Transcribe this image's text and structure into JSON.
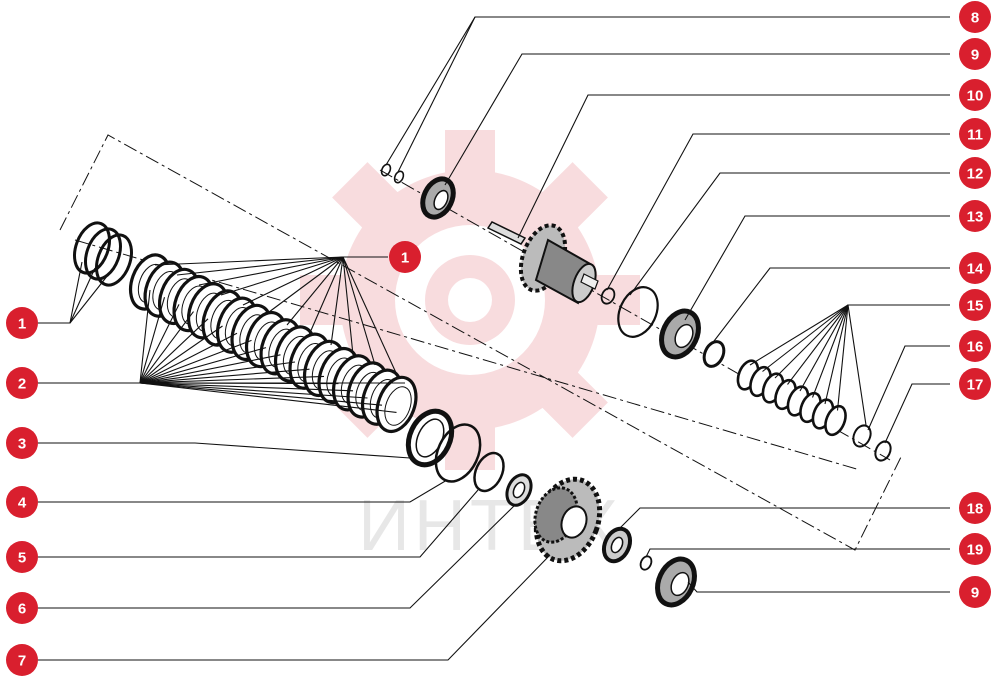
{
  "diagram": {
    "type": "exploded-parts-view",
    "callouts": [
      {
        "id": "c1-center",
        "label": "1"
      },
      {
        "id": "c8",
        "label": "8"
      },
      {
        "id": "c9-top",
        "label": "9"
      },
      {
        "id": "c10",
        "label": "10"
      },
      {
        "id": "c11",
        "label": "11"
      },
      {
        "id": "c12",
        "label": "12"
      },
      {
        "id": "c13",
        "label": "13"
      },
      {
        "id": "c14",
        "label": "14"
      },
      {
        "id": "c15",
        "label": "15"
      },
      {
        "id": "c16",
        "label": "16"
      },
      {
        "id": "c17",
        "label": "17"
      },
      {
        "id": "c18",
        "label": "18"
      },
      {
        "id": "c19",
        "label": "19"
      },
      {
        "id": "c9-bottom",
        "label": "9"
      },
      {
        "id": "c1-left",
        "label": "1"
      },
      {
        "id": "c2",
        "label": "2"
      },
      {
        "id": "c3",
        "label": "3"
      },
      {
        "id": "c4",
        "label": "4"
      },
      {
        "id": "c5",
        "label": "5"
      },
      {
        "id": "c6",
        "label": "6"
      },
      {
        "id": "c7",
        "label": "7"
      }
    ],
    "watermark": {
      "text": "ИНТЕХ",
      "color": "#f4c3c6"
    },
    "colors": {
      "callout_fill": "#d91f2e",
      "line": "#111111",
      "watermark": "#f3c0c4"
    }
  }
}
